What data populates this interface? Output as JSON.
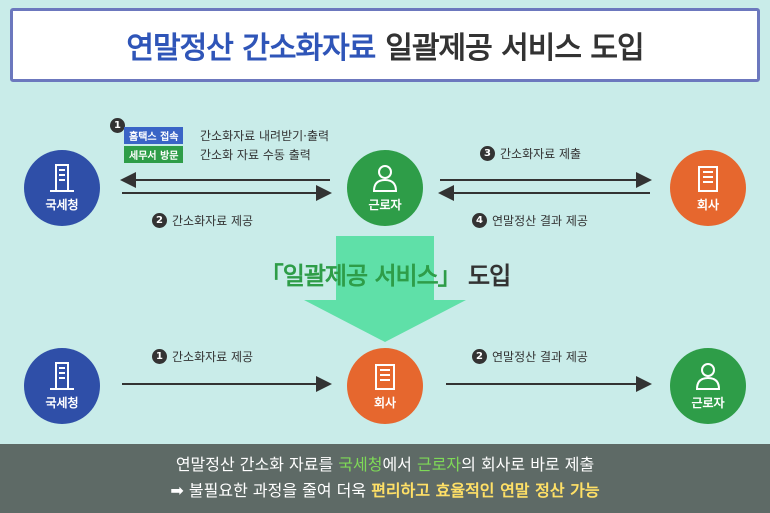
{
  "title": {
    "part1": "연말정산 간소화자료",
    "part2": "일괄제공 서비스 도입"
  },
  "top": {
    "nts_label": "국세청",
    "worker_label": "근로자",
    "company_label": "회사",
    "step1_num": "1",
    "tag1": "홈택스 접속",
    "tag1_desc": "간소화자료 내려받기·출력",
    "tag2": "세무서 방문",
    "tag2_desc": "간소화 자료 수동 출력",
    "step2_num": "2",
    "step2": "간소화자료 제공",
    "step3_num": "3",
    "step3": "간소화자료 제출",
    "step4_num": "4",
    "step4": "연말정산 결과 제공"
  },
  "middle": {
    "highlight": "「일괄제공 서비스」",
    "rest": "도입"
  },
  "bottom": {
    "nts_label": "국세청",
    "company_label": "회사",
    "worker_label": "근로자",
    "step1_num": "1",
    "step1": "간소화자료 제공",
    "step2_num": "2",
    "step2": "연말정산 결과 제공"
  },
  "footer": {
    "line1_a": "연말정산 간소화 자료를 ",
    "line1_b": "국세청",
    "line1_c": "에서 ",
    "line1_d": "근로자",
    "line1_e": "의 회사로 바로 제출",
    "line2_a": "➡ 불필요한 과정을 줄여 더욱 ",
    "line2_b": "편리하고 효율적인 연말 정산 가능"
  },
  "colors": {
    "blue": "#2f4fa8",
    "green": "#2e9d48",
    "orange": "#e6672e",
    "background": "#c9ece9"
  },
  "icons": [
    "building-icon",
    "person-icon"
  ]
}
